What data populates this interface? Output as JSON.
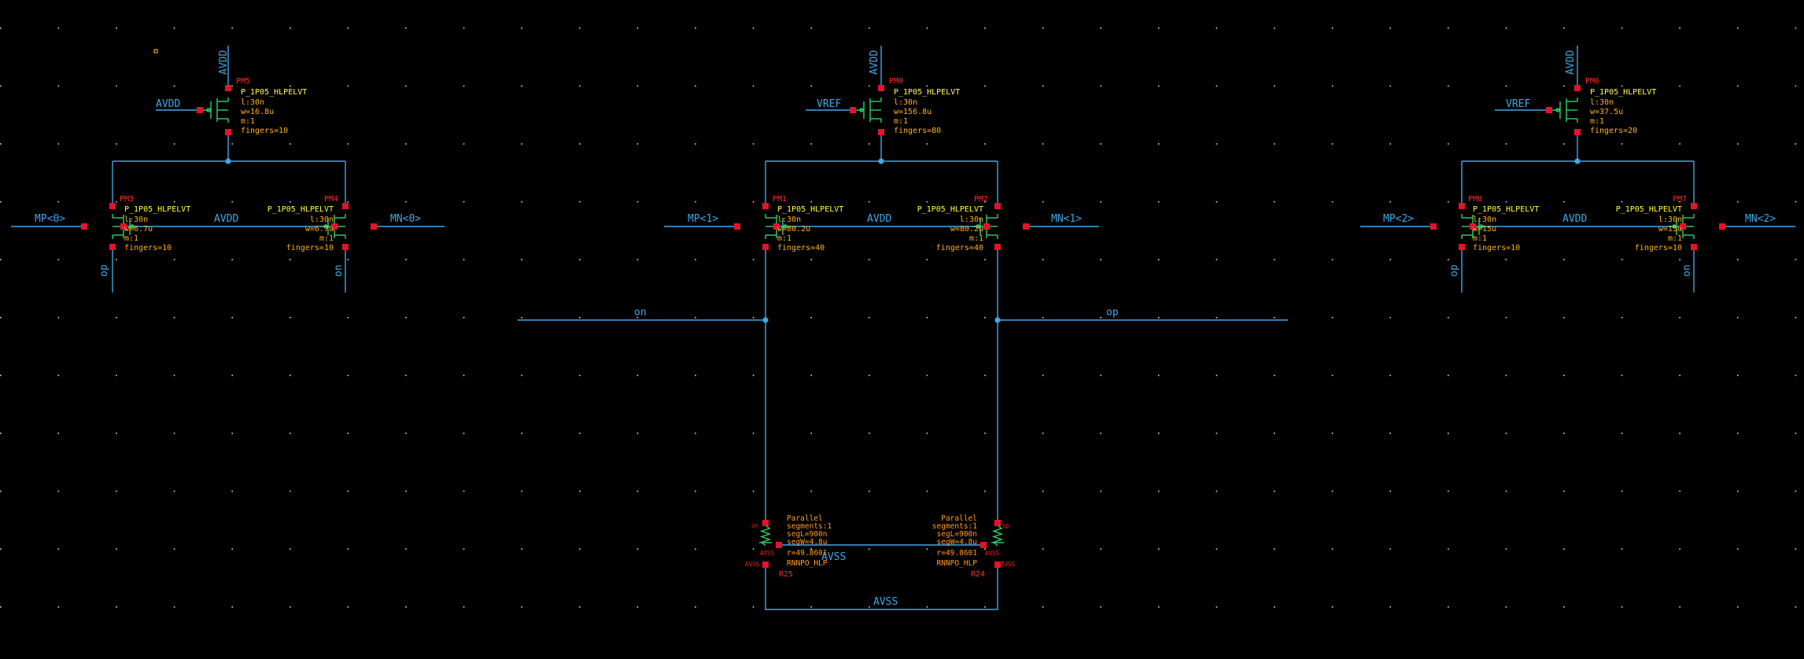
{
  "colors": {
    "background": "#000000",
    "wire": "#3fa7e6",
    "device": "#2fd16b",
    "pin": "#e8102a",
    "instance_label": "#ff2a2a",
    "param": "#ffb020",
    "model": "#ffff40",
    "net_label": "#3fa7e6"
  },
  "nets": {
    "avdd": "AVDD",
    "avss": "AVSS",
    "vref": "VREF",
    "on": "on",
    "op": "op",
    "mp0": "MP<0>",
    "mn0": "MN<0>",
    "mp1": "MP<1>",
    "mn1": "MN<1>",
    "mp2": "MP<2>",
    "mn2": "MN<2>"
  },
  "model_name": "P_1P05_HLPELVT",
  "tail_devices": [
    {
      "inst": "PM5",
      "l": "l:30n",
      "w": "w=16.8u",
      "m": "m:1",
      "fingers": "fingers=10"
    },
    {
      "inst": "PM0",
      "l": "l:30n",
      "w": "w=156.8u",
      "m": "m:1",
      "fingers": "fingers=80"
    },
    {
      "inst": "PM6",
      "l": "l:30n",
      "w": "w=37.5u",
      "m": "m:1",
      "fingers": "fingers=20"
    }
  ],
  "pair_devices": [
    {
      "inst": "PM3",
      "l": "l:30n",
      "w": "w=6.7u",
      "m": "m:1",
      "fingers": "fingers=10"
    },
    {
      "inst": "PM4",
      "l": "l:30n",
      "w": "w=6.7u",
      "m": "m:1",
      "fingers": "fingers=10"
    },
    {
      "inst": "PM1",
      "l": "l:30n",
      "w": "w=80.2u",
      "m": "m:1",
      "fingers": "fingers=40"
    },
    {
      "inst": "PM2",
      "l": "l:30n",
      "w": "w=80.2u",
      "m": "m:1",
      "fingers": "fingers=40"
    },
    {
      "inst": "PM8",
      "l": "l:30n",
      "w": "w=15u",
      "m": "m:1",
      "fingers": "fingers=10"
    },
    {
      "inst": "PM7",
      "l": "l:30n",
      "w": "w=15u",
      "m": "m:1",
      "fingers": "fingers=10"
    }
  ],
  "resistors": [
    {
      "inst": "R25",
      "parallel": "Parallel",
      "segments": "segments:1",
      "segL": "segL=900n",
      "segW": "segW=4.8u",
      "r": "r=49.8601",
      "model": "RNNPO_HLP"
    },
    {
      "inst": "R24",
      "parallel": "Parallel",
      "segments": "segments:1",
      "segL": "segL=900n",
      "segW": "segW=4.8u",
      "r": "r=49.8601",
      "model": "RNNPO_HLP"
    }
  ]
}
